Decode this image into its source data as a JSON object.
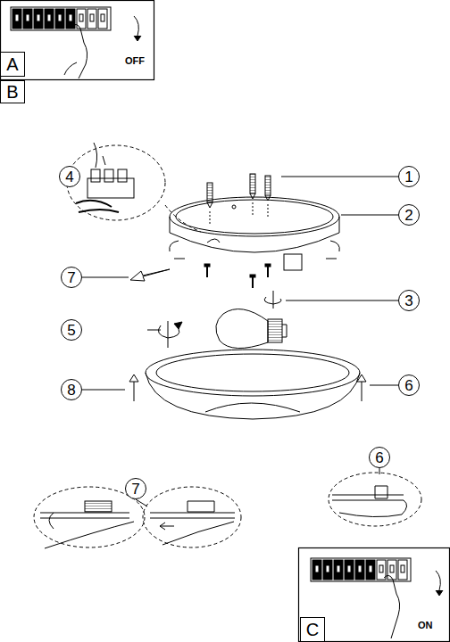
{
  "diagram": {
    "nodes": [
      {
        "text": [
          "A"
        ]
      },
      {
        "text": [
          "B"
        ]
      },
      {
        "text": [
          "4"
        ]
      },
      {
        "text": [
          "1"
        ]
      },
      {
        "text": [
          "2"
        ]
      },
      {
        "text": [
          "7"
        ]
      },
      {
        "text": [
          "3"
        ]
      },
      {
        "text": [
          "5"
        ]
      },
      {
        "text": [
          "8"
        ]
      },
      {
        "text": [
          "6"
        ]
      },
      {
        "text": [
          "6"
        ]
      },
      {
        "text": [
          "7"
        ]
      },
      {
        "text": [
          "C"
        ]
      }
    ],
    "labels": [
      "OFF",
      "ON"
    ]
  }
}
